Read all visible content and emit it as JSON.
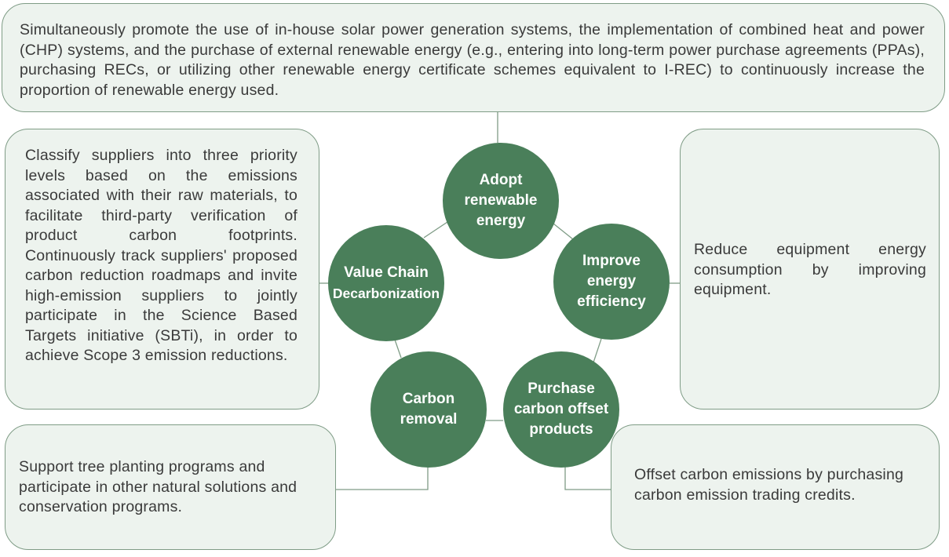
{
  "colors": {
    "node_fill": "#4a7f5a",
    "box_fill": "#edf3ee",
    "box_border": "#7f9c86",
    "text": "#3a3a3a",
    "node_text": "#ffffff"
  },
  "nodes": {
    "adopt_renewable": {
      "lines": [
        "Adopt",
        "renewable",
        "energy"
      ]
    },
    "improve_efficiency": {
      "lines": [
        "Improve",
        "energy",
        "efficiency"
      ]
    },
    "purchase_offset": {
      "lines": [
        "Purchase",
        "carbon offset",
        "products"
      ]
    },
    "carbon_removal": {
      "lines": [
        "Carbon",
        "removal"
      ]
    },
    "value_chain": {
      "lines": [
        "Value Chain",
        "Decarbonization"
      ]
    }
  },
  "boxes": {
    "renewable": "Simultaneously promote the use of in-house solar power generation systems, the implementation of combined heat and power (CHP) systems, and the purchase of external renewable energy (e.g., entering into long-term power purchase agreements (PPAs), purchasing RECs, or utilizing other renewable energy certificate schemes equivalent to I-REC) to continuously increase the proportion of renewable energy used.",
    "value_chain": "Classify suppliers into three priority levels based on the emissions associated with their raw materials, to facilitate third-party verification of product carbon footprints. Continuously track suppliers' proposed carbon reduction roadmaps and invite high-emission suppliers to jointly participate in the Science Based Targets initiative (SBTi), in order to achieve Scope 3 emission reductions.",
    "efficiency": "Reduce equipment energy consumption by improving equipment.",
    "removal": "Support tree planting programs and participate in other natural solutions and conservation programs.",
    "offset": "Offset carbon emissions by purchasing carbon emission trading credits."
  }
}
